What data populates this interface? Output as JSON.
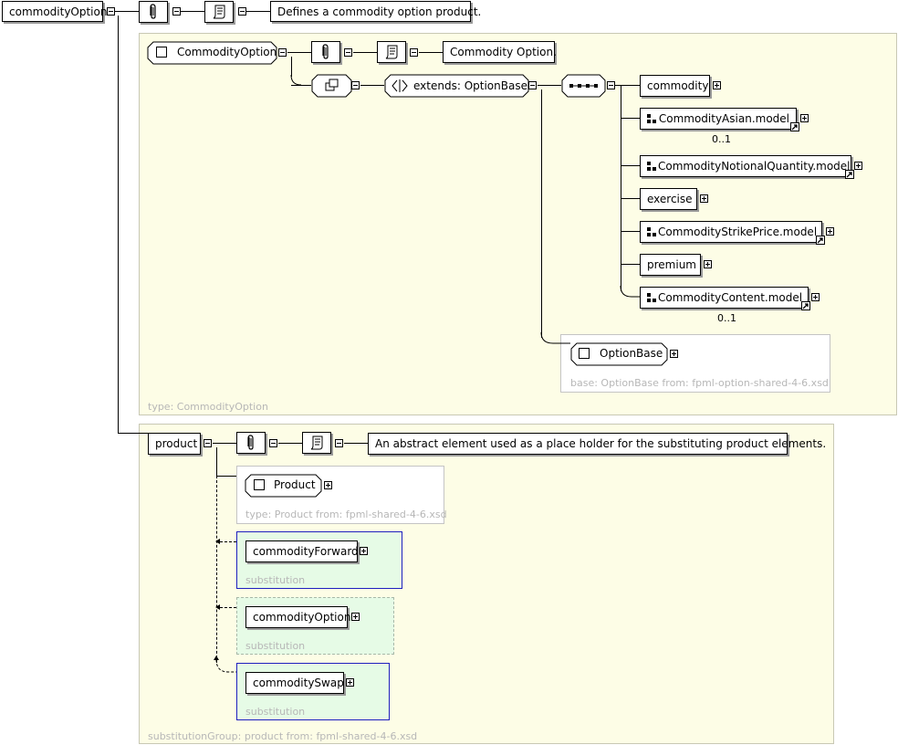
{
  "root": {
    "name": "commodityOption",
    "documentation": "Defines a commodity option product."
  },
  "complex_type": {
    "name": "CommodityOption",
    "documentation": "Commodity Option.",
    "extends_label": "extends: OptionBase",
    "type_label": "type: CommodityOption",
    "sequence": [
      {
        "name": "commodity",
        "kind": "element",
        "occurs": ""
      },
      {
        "name": "CommodityAsian.model",
        "kind": "group",
        "occurs": "0..1"
      },
      {
        "name": "CommodityNotionalQuantity.model",
        "kind": "group",
        "occurs": ""
      },
      {
        "name": "exercise",
        "kind": "element",
        "occurs": ""
      },
      {
        "name": "CommodityStrikePrice.model",
        "kind": "group",
        "occurs": ""
      },
      {
        "name": "premium",
        "kind": "element",
        "occurs": ""
      },
      {
        "name": "CommodityContent.model",
        "kind": "group",
        "occurs": "0..1"
      }
    ],
    "base": {
      "name": "OptionBase",
      "label": "base: OptionBase from: fpml-option-shared-4-6.xsd"
    }
  },
  "substitution_group": {
    "head": "product",
    "documentation": "An abstract element used as a place holder for the substituting product elements.",
    "type_name": "Product",
    "type_label": "type: Product from: fpml-shared-4-6.xsd",
    "members": [
      {
        "name": "commodityForward",
        "label": "substitution"
      },
      {
        "name": "commodityOption",
        "label": "substitution"
      },
      {
        "name": "commoditySwap",
        "label": "substitution"
      }
    ],
    "label": "substitutionGroup: product from: fpml-shared-4-6.xsd"
  },
  "icons": [
    "annotation-icon",
    "documentation-icon",
    "extension-icon",
    "sequence-icon",
    "group-ref-icon",
    "complex-type-icon",
    "expand-icon",
    "collapse-icon"
  ],
  "colors": {
    "panel": "#fdfde6",
    "substitution": "#e6fbe6",
    "substitution_border": "#1f1fbf",
    "label_gray": "#b7b7b7"
  }
}
